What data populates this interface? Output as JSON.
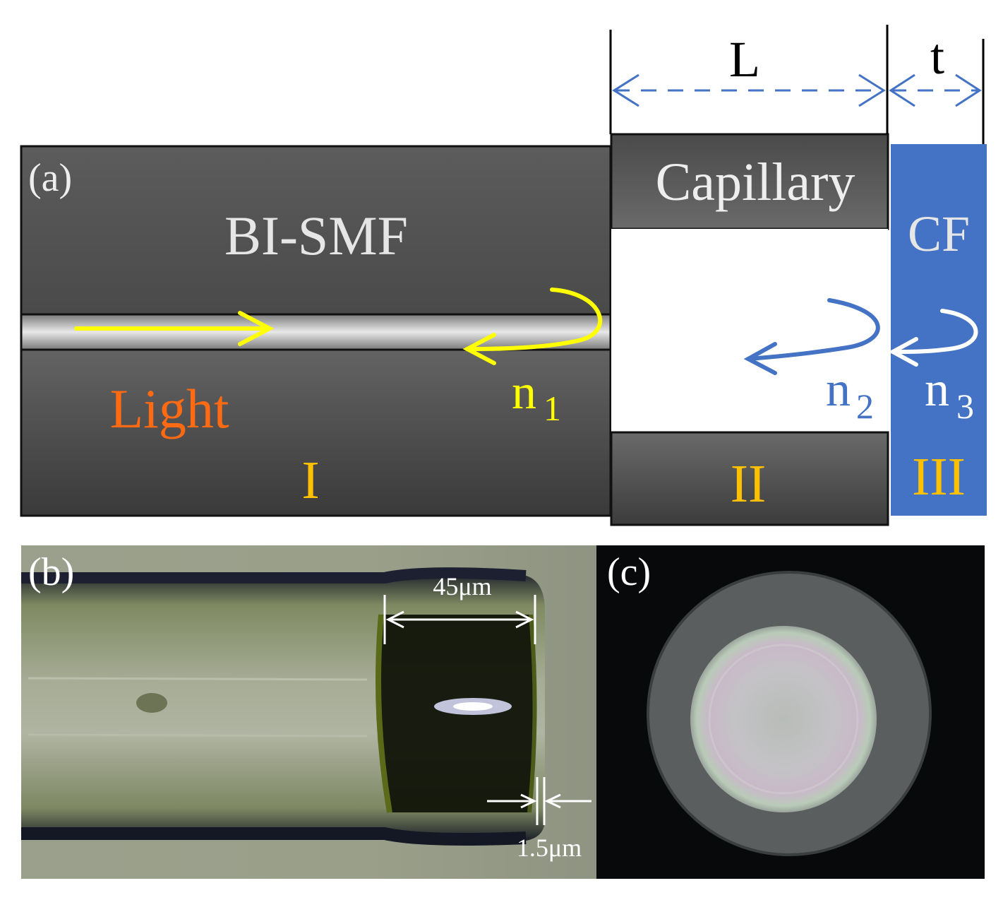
{
  "panel_a": {
    "label": "(a)",
    "smf_label": "BI-SMF",
    "light_label": "Light",
    "capillary_label": "Capillary",
    "cf_label": "CF",
    "dim_L": "L",
    "dim_t": "t",
    "region_1": "I",
    "region_2": "II",
    "region_3": "III",
    "n1": "n",
    "n1_sub": "1",
    "n2": "n",
    "n2_sub": "2",
    "n3": "n",
    "n3_sub": "3"
  },
  "panel_b": {
    "label": "(b)",
    "gap_length": "45μm",
    "wall_thickness": "1.5μm"
  },
  "panel_c": {
    "label": "(c)"
  },
  "colors": {
    "fiber_dark": "#3a3a3a",
    "fiber_mid": "#5e5e5e",
    "cf_blue": "#4472c4",
    "yellow": "#ffff00",
    "orange_text": "#ff6a13",
    "region_text": "#ffc000",
    "label_white": "#eeeeee"
  }
}
